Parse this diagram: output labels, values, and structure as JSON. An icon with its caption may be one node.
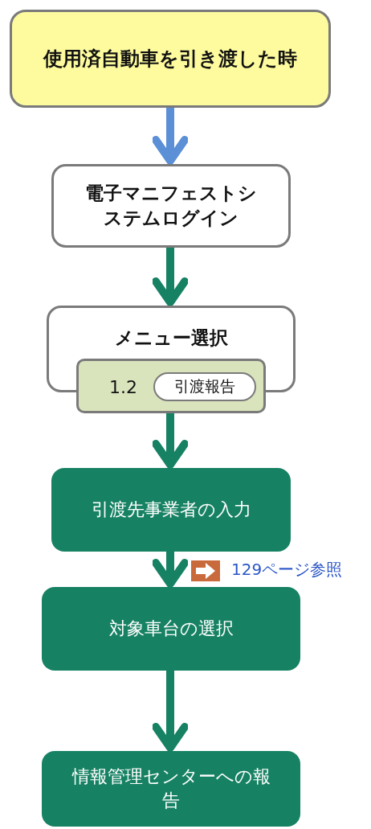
{
  "diagram": {
    "nodes": [
      {
        "text": [
          "使用済自動車を引き渡した時"
        ]
      },
      {
        "text": [
          "電子マニフェストシステムログイン"
        ]
      },
      {
        "text": [
          "メニュー選択"
        ]
      },
      {
        "text": [
          "1.2"
        ]
      },
      {
        "text": [
          "引渡報告"
        ],
        "in": 3
      },
      {
        "text": [
          "引渡先事業者の入力"
        ]
      },
      {
        "text": [
          "対象車台の選択"
        ]
      },
      {
        "text": [
          "情報管理センターへの報告"
        ]
      }
    ],
    "edges": [
      {
        "from": 0,
        "to": 1,
        "arrow": "to",
        "color": "#5b8fd6"
      },
      {
        "from": 1,
        "to": 2,
        "arrow": "to"
      },
      {
        "from": 3,
        "to": 5,
        "arrow": "to"
      },
      {
        "from": 5,
        "to": 6,
        "arrow": "to"
      },
      {
        "from": 6,
        "to": 7,
        "arrow": "to"
      }
    ],
    "labels": [
      "129ページ参照"
    ]
  }
}
